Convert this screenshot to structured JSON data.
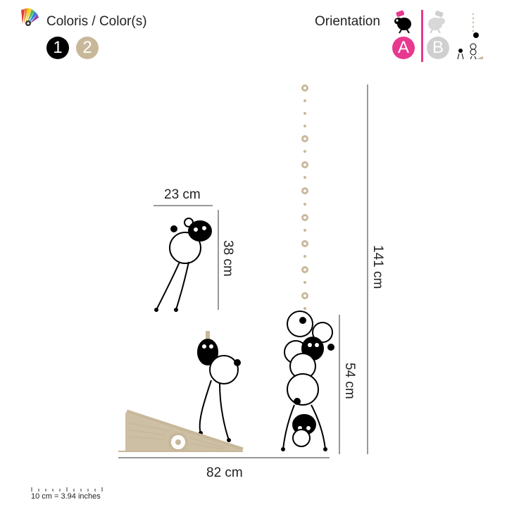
{
  "header": {
    "colors_title": "Coloris / Color(s)",
    "color_1": "1",
    "color_2": "2",
    "orientation_title": "Orientation",
    "orientation_a": "A",
    "orientation_b": "B"
  },
  "dimensions": {
    "width_small": "23 cm",
    "height_small": "38 cm",
    "height_total": "141 cm",
    "height_stack": "54 cm",
    "width_total": "82 cm"
  },
  "scale": {
    "label": "10 cm = 3.94 inches"
  },
  "colors": {
    "black": "#000000",
    "beige": "#c8b89a",
    "pink": "#e8388f",
    "grey": "#cfcfcf"
  },
  "icons": {
    "palette": "color-palette-icon",
    "sheep_orientation": "sheep-orientation-icon"
  }
}
